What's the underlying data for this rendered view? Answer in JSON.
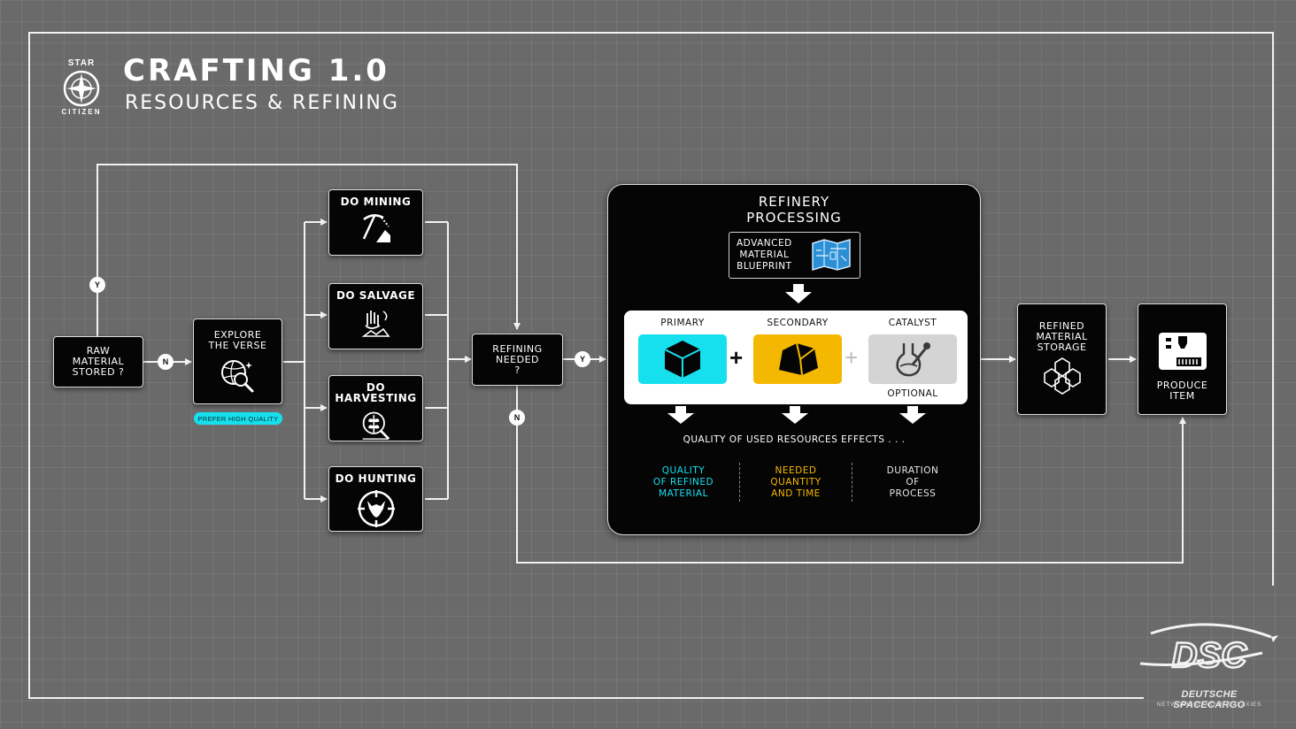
{
  "header": {
    "game": "STAR CITIZEN",
    "game_line1": "STAR",
    "game_line2": "CITIZEN",
    "title": "CRAFTING 1.0",
    "subtitle": "RESOURCES & REFINING"
  },
  "nodes": {
    "raw": "RAW\nMATERIAL\nSTORED ?",
    "explore": "EXPLORE\nTHE VERSE",
    "explore_badge": "PREFER HIGH QUALITY",
    "mining": "DO MINING",
    "salvage": "DO SALVAGE",
    "harvesting": "DO HARVESTING",
    "hunting": "DO HUNTING",
    "refining_needed": "REFINING\nNEEDED\n?",
    "refined_storage": "REFINED\nMATERIAL\nSTORAGE",
    "produce": "PRODUCE\nITEM"
  },
  "decisions": {
    "yes": "Y",
    "no": "N"
  },
  "refinery": {
    "title": "REFINERY\nPROCESSING",
    "blueprint": "ADVANCED\nMATERIAL\nBLUEPRINT",
    "primary": "PRIMARY",
    "secondary": "SECONDARY",
    "catalyst": "CATALYST",
    "optional": "OPTIONAL",
    "effects_title": "QUALITY OF USED RESOURCES EFFECTS . . .",
    "effects": [
      {
        "label": "QUALITY\nOF REFINED\nMATERIAL",
        "color": "#16e0ee"
      },
      {
        "label": "NEEDED\nQUANTITY\nAND TIME",
        "color": "#f5b800"
      },
      {
        "label": "DURATION\nOF\nPROCESS",
        "color": "#e6e6e6"
      }
    ]
  },
  "colors": {
    "primary": "#16e0ee",
    "secondary": "#f5b800",
    "catalyst": "#d4d4d4",
    "background": "#6b6a6a"
  },
  "brand": {
    "logo": "DSC",
    "name": "DEUTSCHE SPACECARGO",
    "tagline": "NETWORKING YOUR GALAXIES"
  }
}
